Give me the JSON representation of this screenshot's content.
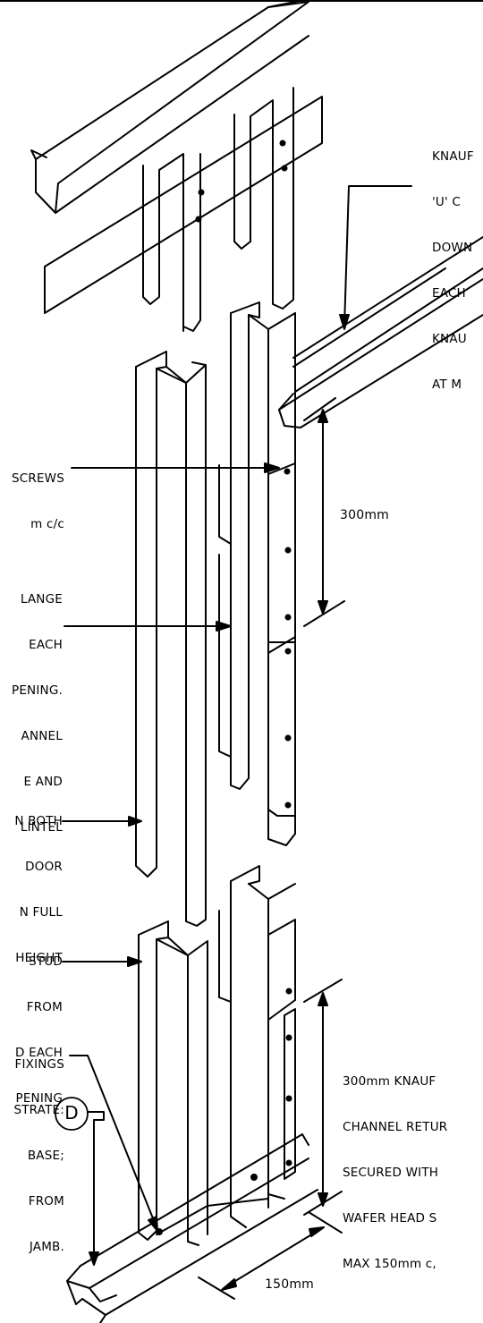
{
  "notes": {
    "top_right": [
      "KNAUF",
      "'U' C",
      "DOWN",
      "EACH",
      "KNAU",
      "AT M"
    ],
    "screws": [
      "SCREWS",
      "m c/c"
    ],
    "flange": [
      "LANGE",
      "EACH",
      "PENING.",
      "ANNEL",
      "E AND",
      "LINTEL"
    ],
    "both_door": [
      "N BOTH",
      "DOOR",
      "N FULL",
      "HEIGHT"
    ],
    "stud": [
      "' STUD",
      "FROM",
      "D EACH",
      "PENING"
    ],
    "fixings": [
      "FIXINGS",
      "STRATE:",
      "BASE;",
      "FROM",
      "JAMB."
    ],
    "channel_return": [
      "300mm KNAUF",
      "CHANNEL RETUR",
      "SECURED WITH",
      "WAFER HEAD S",
      "MAX 150mm c,"
    ]
  },
  "dimensions": {
    "upper": "300mm",
    "lower": "150mm"
  },
  "detail_marker": "D"
}
